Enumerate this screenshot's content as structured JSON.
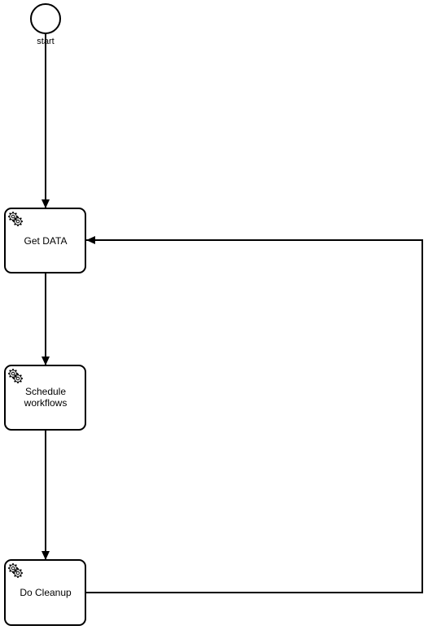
{
  "diagram": {
    "type": "bpmn-process",
    "start_event": {
      "label": "start"
    },
    "tasks": [
      {
        "id": "get-data",
        "type": "service-task",
        "icon": "gear-icon",
        "label_lines": [
          "Get DATA"
        ]
      },
      {
        "id": "schedule-workflows",
        "type": "service-task",
        "icon": "gear-icon",
        "label_lines": [
          "Schedule",
          "workflows"
        ]
      },
      {
        "id": "do-cleanup",
        "type": "service-task",
        "icon": "gear-icon",
        "label_lines": [
          "Do Cleanup"
        ]
      }
    ],
    "flows": [
      {
        "from": "start",
        "to": "get-data"
      },
      {
        "from": "get-data",
        "to": "schedule-workflows"
      },
      {
        "from": "schedule-workflows",
        "to": "do-cleanup"
      },
      {
        "from": "do-cleanup",
        "to": "get-data"
      }
    ],
    "colors": {
      "stroke": "#000000",
      "fill": "#ffffff"
    }
  }
}
